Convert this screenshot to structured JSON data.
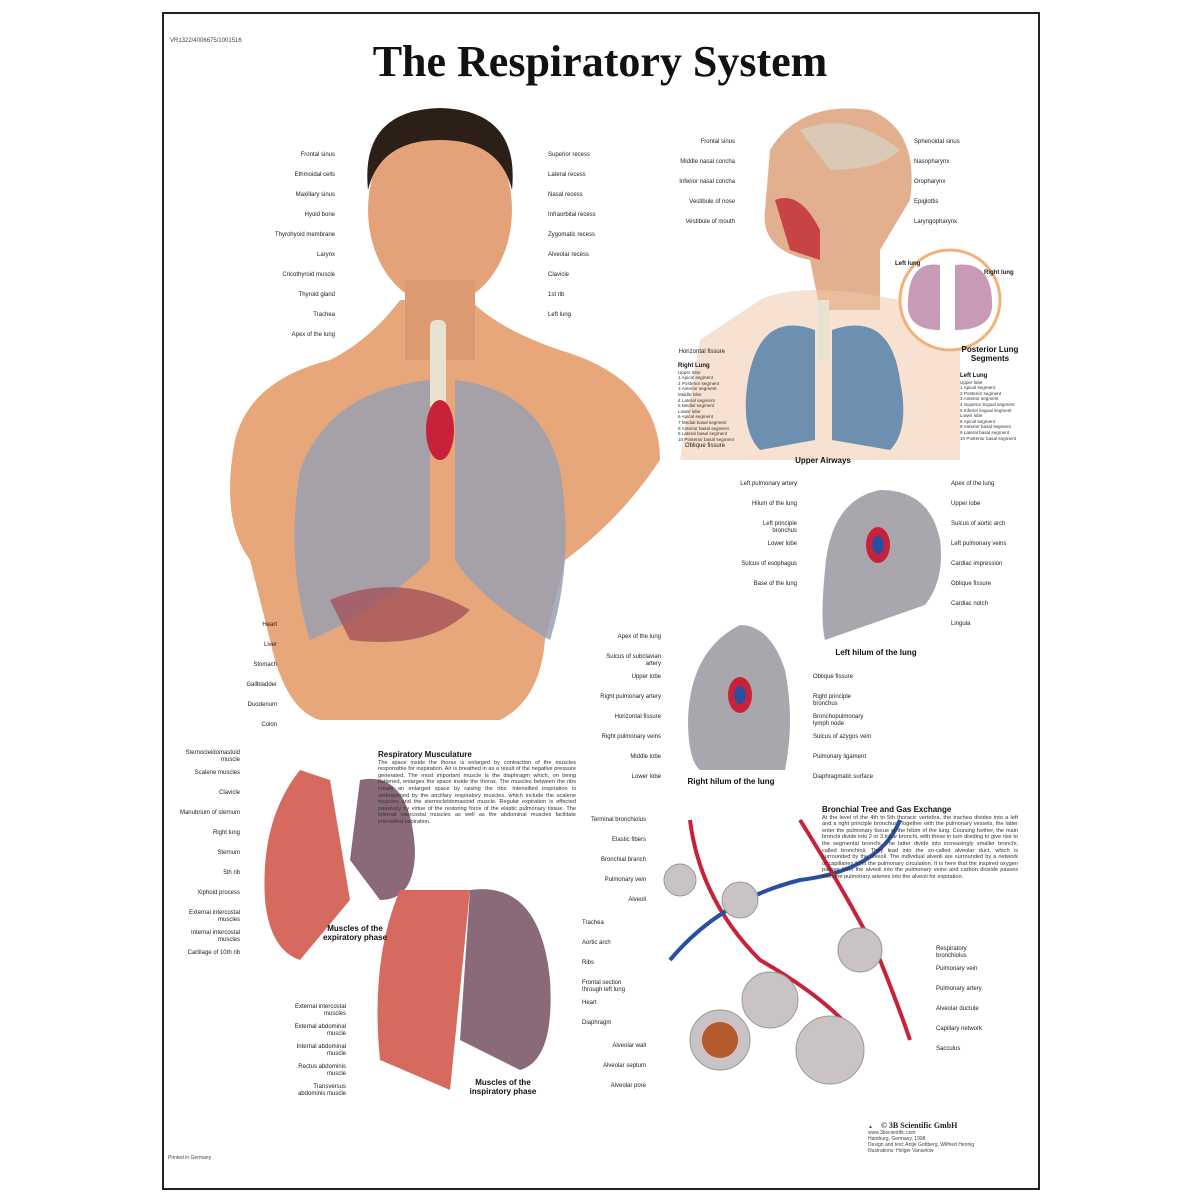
{
  "title": "The Respiratory System",
  "code": "VR1322/4006675/1001516",
  "printed": "Printed in Germany",
  "colors": {
    "skin": "#e8a77a",
    "lung": "#9aa0b0",
    "artery": "#c8213a",
    "vein": "#2a4fa0",
    "muscle": "#d66a5e",
    "frame": "#222222"
  },
  "labels": {
    "torso_left": [
      "Frontal sinus",
      "Ethmoidal cells",
      "Maxillary sinus",
      "Hyoid bone",
      "Thyrohyoid membrane",
      "Larynx",
      "Cricothyroid muscle",
      "Thyroid gland",
      "Trachea",
      "Apex of the lung"
    ],
    "torso_right": [
      "Superior recess",
      "Lateral recess",
      "Nasal recess",
      "Infraorbital recess",
      "Zygomatic recess",
      "Alveolar recess",
      "Clavicle",
      "1st rib",
      "Left lung"
    ],
    "torso_lower": [
      "Heart",
      "Liver",
      "Stomach",
      "Gallbladder",
      "Duodenum",
      "Colon"
    ],
    "airways_left": [
      "Frontal sinus",
      "Middle nasal concha",
      "Inferior nasal concha",
      "Vestibule of nose",
      "Vestibule of mouth"
    ],
    "airways_right": [
      "Sphenoidal sinus",
      "Nasopharynx",
      "Oropharynx",
      "Epiglottis",
      "Laryngopharynx"
    ],
    "airways_fissures": [
      "Horizontal fissure",
      "Oblique fissure"
    ],
    "posterior_lungs": [
      "Left lung",
      "Right lung"
    ],
    "left_hilum_left": [
      "Left pulmonary artery",
      "Hilum of the lung",
      "Left principle bronchus",
      "Lower lobe",
      "Sulcus of esophagus",
      "Base of the lung"
    ],
    "left_hilum_right": [
      "Apex of the lung",
      "Upper lobe",
      "Sulcus of aortic arch",
      "Left pulmonary veins",
      "Cardiac impression",
      "Oblique fissure",
      "Cardiac notch",
      "Lingula"
    ],
    "right_hilum_left": [
      "Apex of the lung",
      "Sulcus of subclavian artery",
      "Upper lobe",
      "Right pulmonary artery",
      "Horizontal fissure",
      "Right pulmonary veins",
      "Middle lobe",
      "Lower lobe"
    ],
    "right_hilum_right": [
      "Oblique fissure",
      "Right principle bronchus",
      "Bronchopulmonary lymph node",
      "Sulcus of azygos vein",
      "Pulmonary ligament",
      "Diaphragmatic surface"
    ],
    "expiratory_left": [
      "Sternocleidomastoid muscle",
      "Scalene muscles",
      "Clavicle",
      "Manubrium of sternum",
      "Right lung",
      "Sternum",
      "5th rib",
      "Xiphoid process",
      "External intercostal muscles",
      "Internal intercostal muscles",
      "Cartilage of 10th rib"
    ],
    "inspiratory_right": [
      "Trachea",
      "Aortic arch",
      "Ribs",
      "Frontal section through left lung",
      "Heart",
      "Diaphragm"
    ],
    "inspiratory_left": [
      "External intercostal muscles",
      "External abdominal muscle",
      "Internal abdominal muscle",
      "Rectus abdominis muscle",
      "Transversus abdominis muscle"
    ],
    "bronchial_left": [
      "Terminal bronchiolus",
      "Elastic fibers",
      "Bronchial branch",
      "Pulmonary vein",
      "Alveoli"
    ],
    "bronchial_right": [
      "Respiratory bronchiolus",
      "Pulmonary vein",
      "Pulmonary artery",
      "Alveolar ductule",
      "Capillary network",
      "Sacculus"
    ],
    "bronchial_bottom": [
      "Alveolar wall",
      "Alveolar septum",
      "Alveolar pore"
    ]
  },
  "captions": {
    "upper_airways": "Upper Airways",
    "posterior_segments": "Posterior Lung Segments",
    "left_hilum": "Left hilum of the lung",
    "right_hilum": "Right hilum of the lung",
    "expiratory": "Muscles of the expiratory phase",
    "inspiratory": "Muscles of the inspiratory phase"
  },
  "right_lung_segments": {
    "heading": "Right Lung",
    "lines": [
      "Upper lobe",
      "1  Apical segment",
      "2  Posterior segment",
      "3  Anterior segment",
      "Middle lobe",
      "4  Lateral segment",
      "5  Medial segment",
      "Lower lobe",
      "6  Apical segment",
      "7  Medial basal segment",
      "8  Anterior basal segment",
      "9  Lateral basal segment",
      "10  Posterior basal segment"
    ]
  },
  "left_lung_segments": {
    "heading": "Left Lung",
    "lines": [
      "Upper lobe",
      "1  Apical segment",
      "2  Posterior segment",
      "3  Anterior segment",
      "4  Superior lingual segment",
      "5  Inferior lingual segment",
      "Lower lobe",
      "6  Apical segment",
      "8  Anterior basal segment",
      "9  Lateral basal segment",
      "10  Posterior basal segment"
    ]
  },
  "musculature": {
    "heading": "Respiratory Musculature",
    "text": "The space inside the thorax is enlarged by contraction of the muscles responsible for inspiration. Air is breathed in as a result of the negative pressure generated. The most important muscle is the diaphragm which, on being flattened, enlarges the space inside the thorax. The muscles between the ribs create an enlarged space by raising the ribs. Intensified inspiration is underpinned by the ancillary respiratory muscles, which include the scalene muscles and the sternocleidomastoid muscle. Regular expiration is effected passively by virtue of the restoring force of the elastic pulmonary tissue. The internal intercostal muscles as well as the abdominal muscles facilitate intensified expiration."
  },
  "bronchial": {
    "heading": "Bronchial Tree and Gas Exchange",
    "text": "At the level of the 4th to 5th thoracic vertebra, the trachea divides into a left and a right principle bronchus. Together with the pulmonary vessels, the latter enter the pulmonary tissue at the hilum of the lung. Coursing further, the main bronchi divide into 2 or 3 lobar bronchi, with these in turn dividing to give rise to the segmental bronchi. The latter divide into increasingly smaller bronchi, called bronchioli. They lead into the so-called alveolar duct, which is surrounded by the alveoli. The individual alveoli are surrounded by a network of capillaries from the pulmonary circulation. It is here that the inspired oxygen passes from the alveoli into the pulmonary veins and carbon dioxide passes from the pulmonary arteries into the alveoli for expiration."
  },
  "credits": {
    "brand": "© 3B Scientific GmbH",
    "lines": [
      "www.3bscientific.com",
      "Hamburg, Germany, 1998",
      "Design and text: Antje Gottberg, Wilfried Hennig",
      "Illustrations: Holger Vanselow"
    ]
  }
}
